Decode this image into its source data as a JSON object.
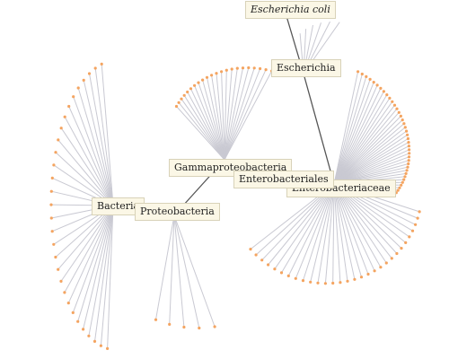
{
  "tree": {
    "nodes": [
      {
        "id": "bacteria",
        "label": "Bacteria",
        "italic": false
      },
      {
        "id": "proteobacteria",
        "label": "Proteobacteria",
        "italic": false
      },
      {
        "id": "gammaproteobacteria",
        "label": "Gammaproteobacteria",
        "italic": false
      },
      {
        "id": "enterobacteriales",
        "label": "Enterobacteriales",
        "italic": false
      },
      {
        "id": "enterobacteriaceae",
        "label": "Enterobacteriaceae",
        "italic": false
      },
      {
        "id": "escherichia",
        "label": "Escherichia",
        "italic": false
      },
      {
        "id": "escherichia-coli",
        "label": "Escherichia coli",
        "italic": true
      }
    ],
    "path_edges": [
      [
        "bacteria",
        "proteobacteria"
      ],
      [
        "proteobacteria",
        "gammaproteobacteria"
      ],
      [
        "gammaproteobacteria",
        "enterobacteriales"
      ],
      [
        "enterobacteriales",
        "enterobacteriaceae"
      ],
      [
        "enterobacteriaceae",
        "escherichia"
      ],
      [
        "escherichia",
        "escherichia-coli"
      ]
    ]
  },
  "colors": {
    "path_edge": "#555555",
    "leaf_edge": "#c9c9d2",
    "leaf_dot": "#f4a460",
    "label_bg": "#fbf7e6",
    "label_border": "#d8d2b8"
  }
}
